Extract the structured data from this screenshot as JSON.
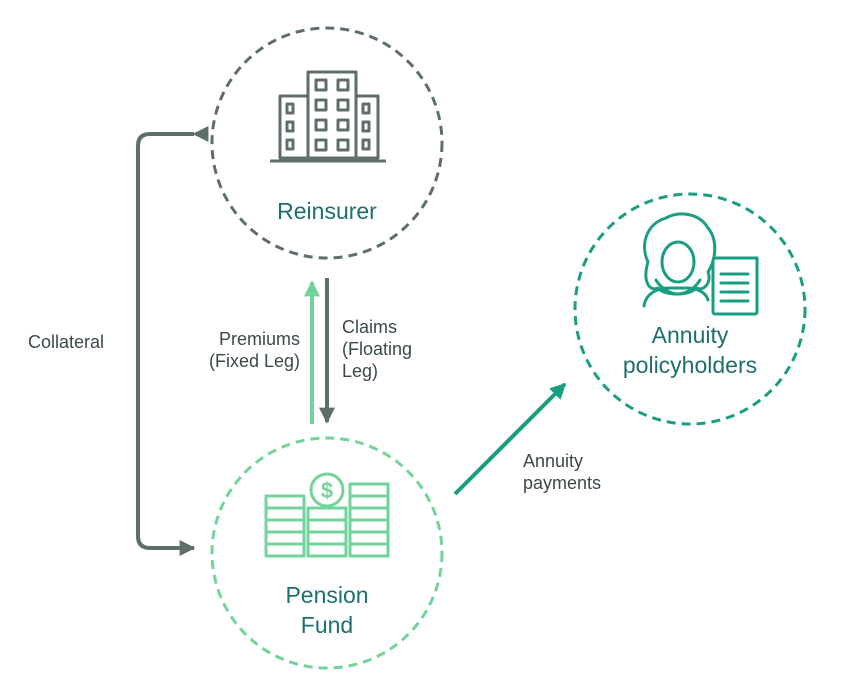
{
  "colors": {
    "reinsurer": "#5e6f68",
    "pension": "#72d49b",
    "annuity": "#1a9e82",
    "label_text": "#1f6f6f",
    "flow_text": "#3a4a45"
  },
  "nodes": {
    "reinsurer": {
      "label": "Reinsurer",
      "icon": "office-building-icon"
    },
    "pension": {
      "label_line1": "Pension",
      "label_line2": "Fund",
      "icon": "dollar-coin-stacks-icon"
    },
    "annuity": {
      "label_line1": "Annuity",
      "label_line2": "policyholders",
      "icon": "person-with-document-icon"
    }
  },
  "flows": {
    "collateral": "Collateral",
    "premiums_line1": "Premiums",
    "premiums_line2": "(Fixed Leg)",
    "claims_line1": "Claims",
    "claims_line2": "(Floating",
    "claims_line3": "Leg)",
    "annuity_payments_line1": "Annuity",
    "annuity_payments_line2": "payments"
  }
}
